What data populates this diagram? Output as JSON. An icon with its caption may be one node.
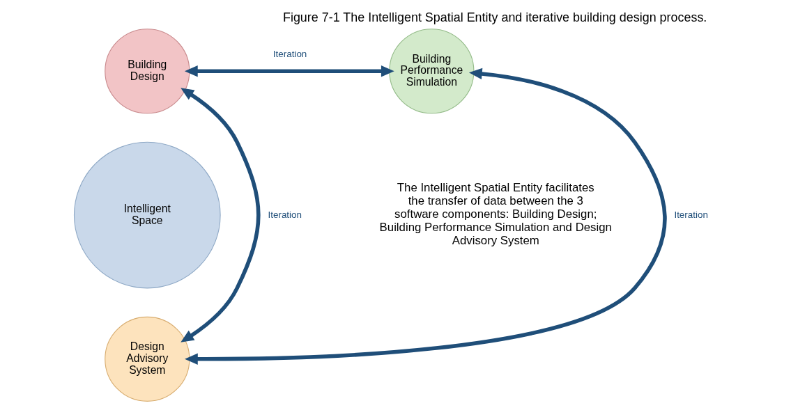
{
  "diagram": {
    "caption": "Figure 7-1 The Intelligent Spatial Entity and iterative building design process.",
    "nodes": [
      {
        "text": [
          "Intelligent Space"
        ]
      },
      {
        "text": [
          "Building Design"
        ]
      },
      {
        "text": [
          "Building Performance Simulation"
        ]
      },
      {
        "text": [
          "Design Advisory System"
        ]
      }
    ],
    "edges": [
      {
        "from": 1,
        "to": 2,
        "arrow": "both",
        "label": "Iteration"
      },
      {
        "from": 1,
        "to": 3,
        "arrow": "both",
        "label": "Iteration"
      },
      {
        "from": 3,
        "to": 2,
        "arrow": "both",
        "label": "Iteration"
      }
    ],
    "labels": [
      "The Intelligent Spatial Entity facilitates the transfer of data between the 3 software components: Building Design; Building Performance Simulation and Design Advisory System"
    ]
  }
}
